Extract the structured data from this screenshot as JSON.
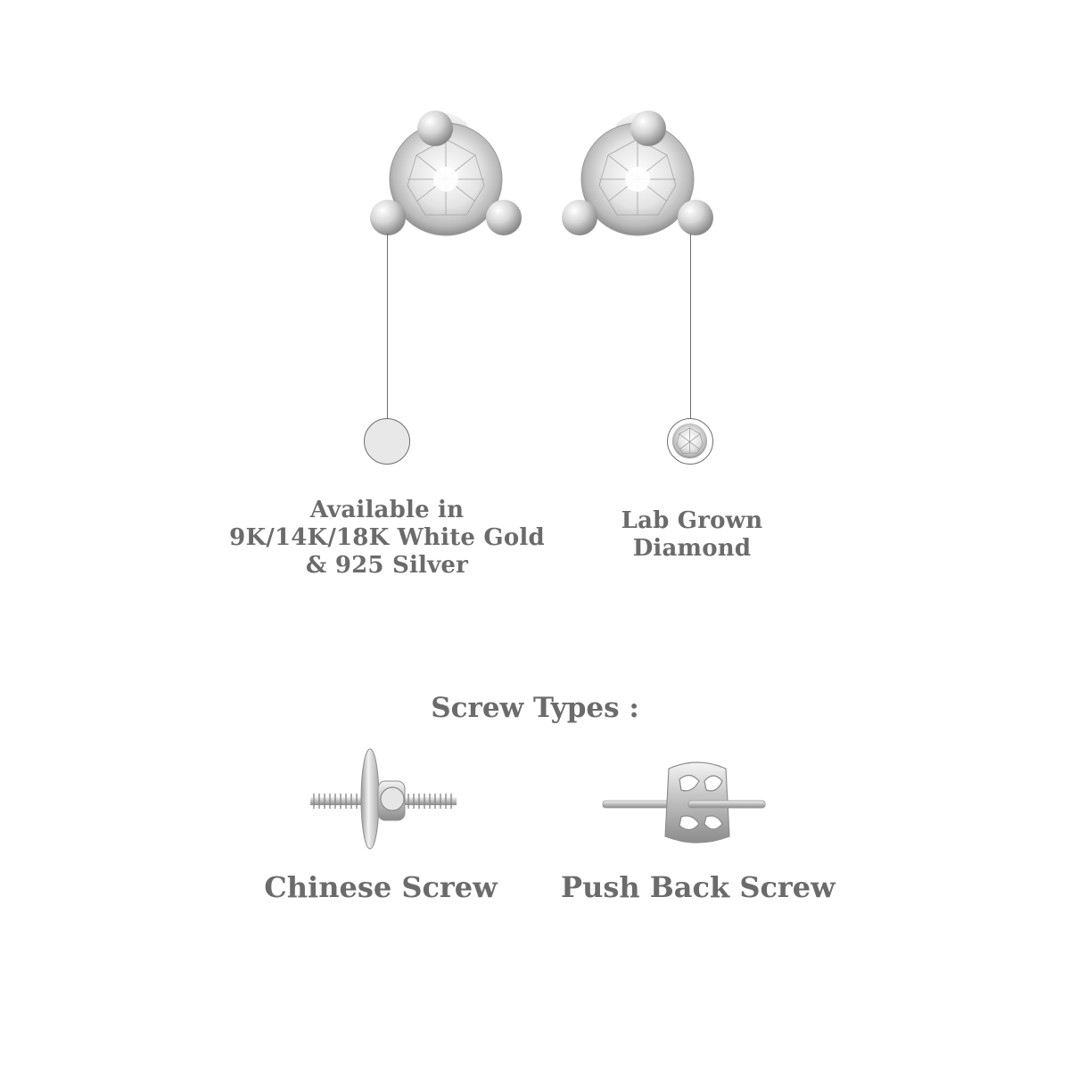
{
  "metal_caption": {
    "line1": "Available in",
    "line2": "9K/14K/18K White Gold",
    "line3": "& 925 Silver"
  },
  "stone_caption": {
    "line1": "Lab Grown",
    "line2": "Diamond"
  },
  "screw_section": {
    "heading": "Screw Types :",
    "options": [
      {
        "label": "Chinese Screw",
        "icon": "chinese-screw-icon"
      },
      {
        "label": "Push Back Screw",
        "icon": "push-back-screw-icon"
      }
    ]
  },
  "colors": {
    "text": "#6b6b6b",
    "metal_swatch": "#e8e8e8",
    "leader_line": "#6e6e6e"
  }
}
